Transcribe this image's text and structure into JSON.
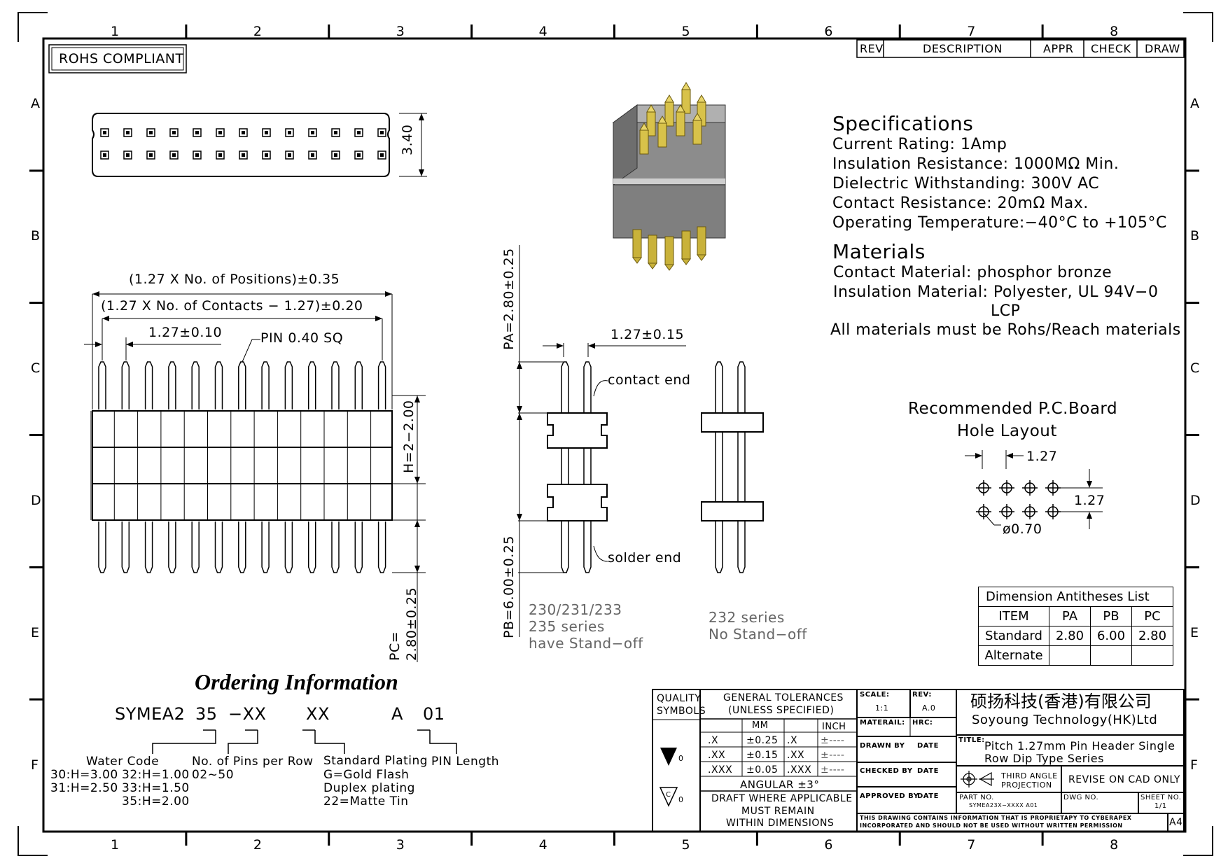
{
  "border": {
    "columns": [
      "1",
      "2",
      "3",
      "4",
      "5",
      "6",
      "7",
      "8"
    ],
    "rows": [
      "A",
      "B",
      "C",
      "D",
      "E",
      "F"
    ]
  },
  "rohs_label": "ROHS COMPLIANT",
  "revision_table": {
    "headers": [
      "REV",
      "DESCRIPTION",
      "APPR",
      "CHECK",
      "DRAW"
    ]
  },
  "specifications": {
    "title": "Specifications",
    "lines": [
      "Current Rating:   1Amp",
      "Insulation Resistance:   1000MΩ Min.",
      "Dielectric Withstanding:   300V AC",
      "Contact Resistance:   20mΩ Max.",
      "Operating Temperature:−40°C to +105°C"
    ]
  },
  "materials": {
    "title": "Materials",
    "lines": [
      "Contact Material: phosphor bronze",
      "Insulation Material: Polyester, UL 94V−0",
      "LCP",
      "All materials must be Rohs/Reach materials"
    ]
  },
  "top_view": {
    "height_dim": "3.40",
    "pins_per_row": 13
  },
  "front_view": {
    "dim_positions": "(1.27 X No. of Positions)±0.35",
    "dim_contacts": "(1.27 X No. of Contacts − 1.27)±0.20",
    "dim_pitch": "1.27±0.10",
    "pin_note": "PIN 0.40 SQ",
    "dim_h": "H=2−2.00",
    "dim_pc": "PC=\n2.80±0.25",
    "pins": 13
  },
  "side_view": {
    "dim_pa": "PA=2.80±0.25",
    "dim_pb": "PB=6.00±0.25",
    "dim_pitch": "1.27±0.15",
    "contact_end": "contact end",
    "solder_end": "solder end",
    "series_standoff": [
      "230/231/233",
      "235 series",
      "have Stand−off"
    ],
    "series_nostandoff": [
      "232 series",
      "No Stand−off"
    ]
  },
  "pcb_layout": {
    "title_lines": [
      "Recommended P.C.Board",
      "Hole Layout"
    ],
    "dim_pitch_h": "1.27",
    "dim_pitch_v": "1.27",
    "dim_hole": "ø0.70"
  },
  "dimension_table": {
    "title": "Dimension Antitheses List",
    "headers": [
      "ITEM",
      "PA",
      "PB",
      "PC"
    ],
    "rows": [
      [
        "Standard",
        "2.80",
        "6.00",
        "2.80"
      ],
      [
        "Alternate",
        "",
        "",
        ""
      ]
    ]
  },
  "ordering": {
    "title": "Ordering Information",
    "code_parts": [
      "SYMEA2",
      "35",
      "−XX",
      "XX",
      "A",
      "01"
    ],
    "labels": {
      "water_code": "Water Code",
      "pins_per_row": "No. of Pins per Row",
      "plating": "Standard Plating",
      "pin_length": "PIN Length"
    },
    "water_codes": [
      "30:H=3.00",
      "32:H=1.00",
      "31:H=2.50",
      "33:H=1.50",
      "35:H=2.00"
    ],
    "pins_range": "02~50",
    "plating_options": [
      "G=Gold Flash",
      "Duplex plating",
      "22=Matte Tin"
    ]
  },
  "title_block": {
    "quality": "QUALITY\nSYMBOLS",
    "gen_tol_1": "GENERAL TOLERANCES",
    "gen_tol_2": "(UNLESS SPECIFIED)",
    "mm": "MM",
    "inch": "INCH",
    "tol_rows": [
      [
        ".X",
        "±0.25",
        ".X",
        "±----"
      ],
      [
        ".XX",
        "±0.15",
        ".XX",
        "±----"
      ],
      [
        ".XXX",
        "±0.05",
        ".XXX",
        "±----"
      ]
    ],
    "angular": "ANGULAR ±3°",
    "draft_note": [
      "DRAFT WHERE APPLICABLE",
      "MUST REMAIN",
      "WITHIN DIMENSIONS"
    ],
    "sym_zero": "0",
    "sym_zero2": "0",
    "scale_label": "SCALE:",
    "scale_value": "1:1",
    "rev_label": "REV:",
    "rev_value": "A.0",
    "material_label": "MATERAIL:",
    "hrc_label": "HRC:",
    "drawn_by": "DRAWN BY",
    "checked_by": "CHECKED BY",
    "approved_by": "APPROVED BY",
    "date": "DATE",
    "company_cn": "硕扬科技(香港)有限公司",
    "company_en": "Soyoung Technology(HK)Ltd",
    "title_label": "TITLE:",
    "title_lines": [
      "Pitch 1.27mm Pin Header Single",
      "Row Dip Type Series"
    ],
    "projection": [
      "THIRD ANGLE",
      "PROJECTION"
    ],
    "revise_note": "REVISE ON CAD ONLY",
    "part_no_label": "PART NO.",
    "part_no": "SYMEA23X−XXXX A01",
    "dwg_no_label": "DWG NO.",
    "sheet_no_label": "SHEET NO.",
    "sheet_no": "1/1",
    "proprietary": [
      "THIS DRAWING CONTAINS INFORMATION THAT IS PROPRIETAPY TO CYBERAPEX",
      "INCORPORATED AND SHOULD NOT BE USED WITHOUT WRITTEN PERMISSION"
    ],
    "size": "A4"
  }
}
